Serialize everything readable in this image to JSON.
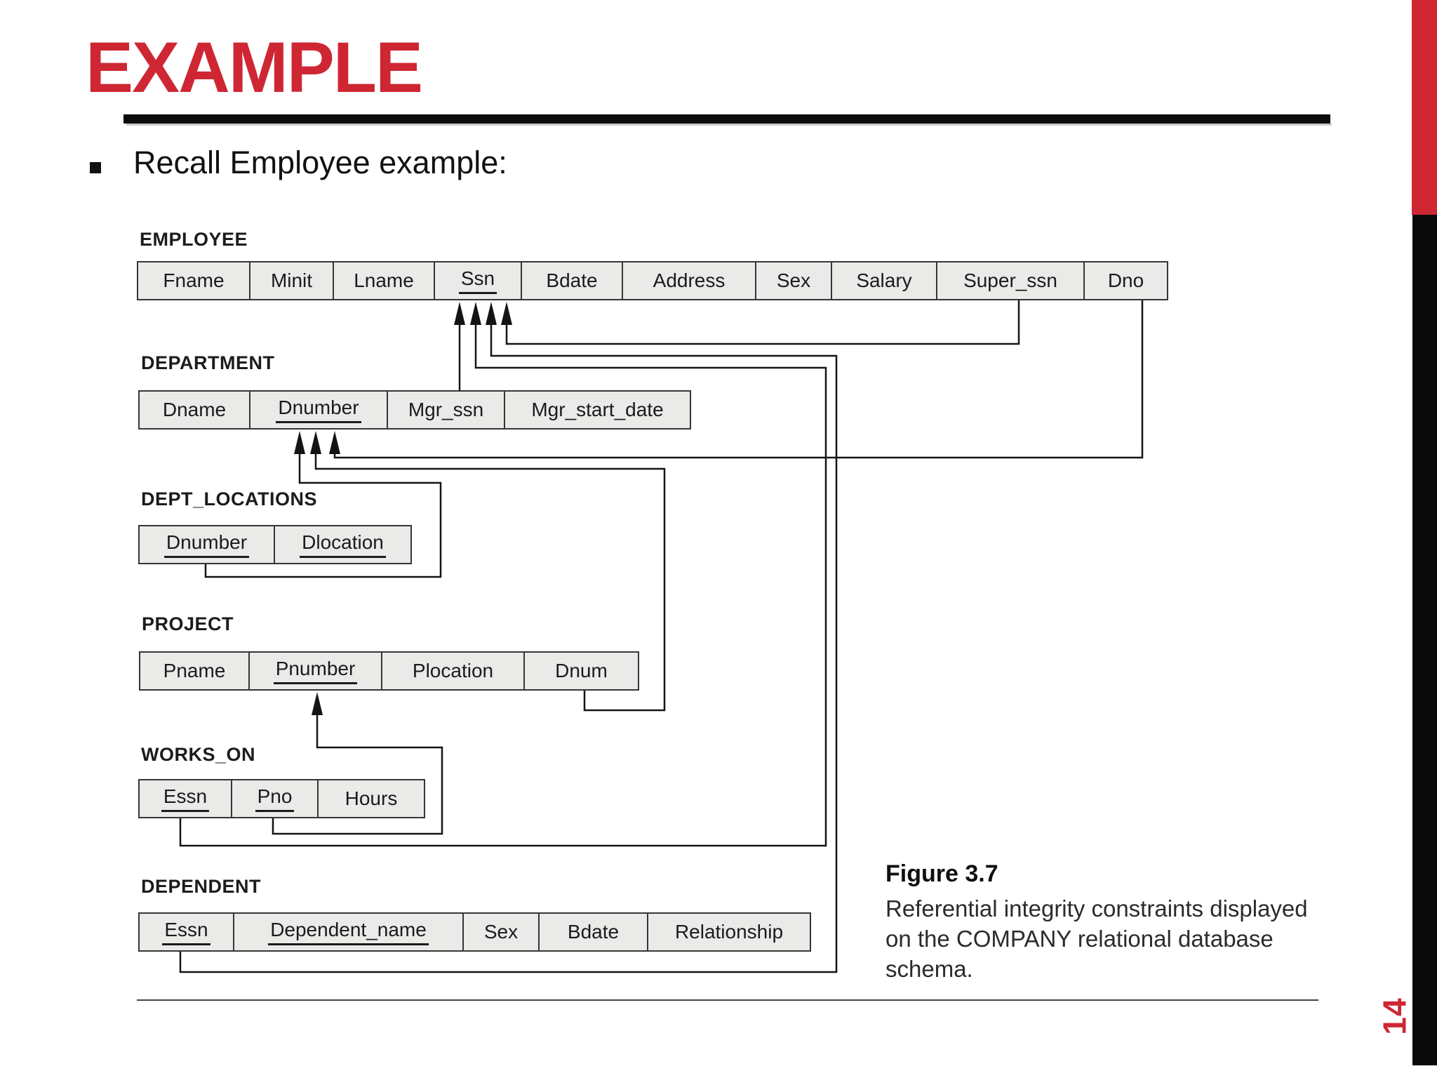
{
  "slide": {
    "title": "EXAMPLE",
    "bullet_text": "Recall Employee example:",
    "page_number": "14",
    "accent_red": "#CE2733",
    "accent_black": "#0A0A0A"
  },
  "diagram": {
    "tables": [
      {
        "name": "EMPLOYEE",
        "columns": [
          {
            "label": "Fname",
            "key": false
          },
          {
            "label": "Minit",
            "key": false
          },
          {
            "label": "Lname",
            "key": false
          },
          {
            "label": "Ssn",
            "key": true
          },
          {
            "label": "Bdate",
            "key": false
          },
          {
            "label": "Address",
            "key": false
          },
          {
            "label": "Sex",
            "key": false
          },
          {
            "label": "Salary",
            "key": false
          },
          {
            "label": "Super_ssn",
            "key": false
          },
          {
            "label": "Dno",
            "key": false
          }
        ]
      },
      {
        "name": "DEPARTMENT",
        "columns": [
          {
            "label": "Dname",
            "key": false
          },
          {
            "label": "Dnumber",
            "key": true
          },
          {
            "label": "Mgr_ssn",
            "key": false
          },
          {
            "label": "Mgr_start_date",
            "key": false
          }
        ]
      },
      {
        "name": "DEPT_LOCATIONS",
        "columns": [
          {
            "label": "Dnumber",
            "key": true
          },
          {
            "label": "Dlocation",
            "key": true
          }
        ]
      },
      {
        "name": "PROJECT",
        "columns": [
          {
            "label": "Pname",
            "key": false
          },
          {
            "label": "Pnumber",
            "key": true
          },
          {
            "label": "Plocation",
            "key": false
          },
          {
            "label": "Dnum",
            "key": false
          }
        ]
      },
      {
        "name": "WORKS_ON",
        "columns": [
          {
            "label": "Essn",
            "key": true
          },
          {
            "label": "Pno",
            "key": true
          },
          {
            "label": "Hours",
            "key": false
          }
        ]
      },
      {
        "name": "DEPENDENT",
        "columns": [
          {
            "label": "Essn",
            "key": true
          },
          {
            "label": "Dependent_name",
            "key": true
          },
          {
            "label": "Sex",
            "key": false
          },
          {
            "label": "Bdate",
            "key": false
          },
          {
            "label": "Relationship",
            "key": false
          }
        ]
      }
    ],
    "relationships": [
      {
        "from": "DEPARTMENT.Mgr_ssn",
        "to": "EMPLOYEE.Ssn"
      },
      {
        "from": "WORKS_ON.Essn",
        "to": "EMPLOYEE.Ssn"
      },
      {
        "from": "DEPENDENT.Essn",
        "to": "EMPLOYEE.Ssn"
      },
      {
        "from": "EMPLOYEE.Super_ssn",
        "to": "EMPLOYEE.Ssn"
      },
      {
        "from": "DEPT_LOCATIONS.Dnumber",
        "to": "DEPARTMENT.Dnumber"
      },
      {
        "from": "PROJECT.Dnum",
        "to": "DEPARTMENT.Dnumber"
      },
      {
        "from": "EMPLOYEE.Dno",
        "to": "DEPARTMENT.Dnumber"
      },
      {
        "from": "WORKS_ON.Pno",
        "to": "PROJECT.Pnumber"
      }
    ]
  },
  "caption": {
    "title": "Figure 3.7",
    "lines": [
      "Referential integrity constraints displayed",
      "on the COMPANY relational database",
      "schema."
    ]
  }
}
